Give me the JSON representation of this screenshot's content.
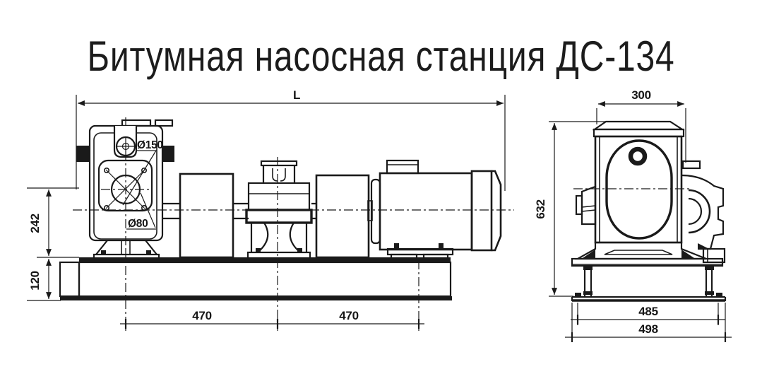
{
  "title": "Битумная насосная станция ДС-134",
  "side_view": {
    "length_label": "L",
    "top_port_diameter": "Ø150",
    "bottom_port_diameter": "Ø80",
    "axis_height": "242",
    "frame_height": "120",
    "mount_spacing_left": "470",
    "mount_spacing_right": "470"
  },
  "front_view": {
    "body_width": "300",
    "overall_height": "632",
    "bolt_span": "485",
    "base_width": "498"
  },
  "colors": {
    "line": "#1a1a1a",
    "background": "#ffffff"
  }
}
